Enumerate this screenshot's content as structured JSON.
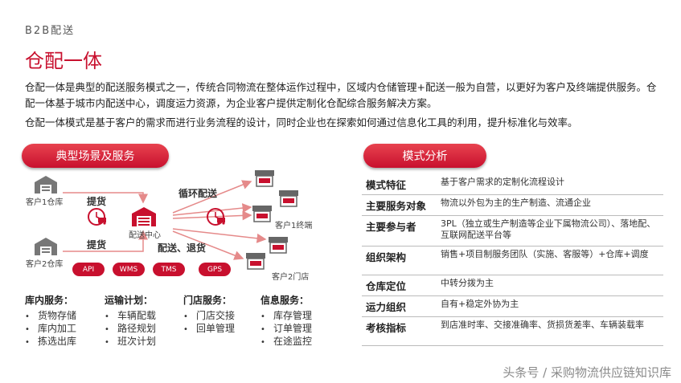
{
  "header": {
    "section_label": "B2B配送",
    "title": "仓配一体"
  },
  "intro": {
    "paragraph1": "仓配一体是典型的配送服务模式之一，传统合同物流在整体运作过程中，区域内仓储管理+配送一般为自营，以更好为客户及终端提供服务。仓配一体基于城市内配送中心，调度运力资源，为企业客户提供定制化仓配综合服务解决方案。",
    "paragraph2": "仓配一体模式是基于客户的需求而进行业务流程的设计，同时企业也在探索如何通过信息化工具的利用，提升标准化与效率。"
  },
  "left_panel": {
    "heading": "典型场景及服务",
    "diagram": {
      "customer1_warehouse": "客户1仓库",
      "customer2_warehouse": "客户2仓库",
      "pickup_label_1": "提货",
      "pickup_label_2": "提货",
      "distribution_center": "配送中心",
      "loop_delivery": "循环配送",
      "delivery_return": "配送、退货",
      "customer1_terminal": "客户1终端",
      "customer2_store": "客户2门店",
      "tech_tags": [
        "API",
        "WMS",
        "TMS",
        "GPS"
      ]
    },
    "services": [
      {
        "title": "库内服务：",
        "items": [
          "货物存储",
          "库内加工",
          "拣选出库"
        ]
      },
      {
        "title": "运输计划：",
        "items": [
          "车辆配载",
          "路径规划",
          "班次计划"
        ]
      },
      {
        "title": "门店服务：",
        "items": [
          "门店交接",
          "回单管理"
        ]
      },
      {
        "title": "信息服务：",
        "items": [
          "库存管理",
          "订单管理",
          "在途监控"
        ]
      }
    ]
  },
  "right_panel": {
    "heading": "模式分析",
    "rows": [
      {
        "key": "模式特征",
        "value": "基于客户需求的定制化流程设计"
      },
      {
        "key": "主要服务对象",
        "value": "物流以外包为主的生产制造、流通企业"
      },
      {
        "key": "主要参与者",
        "value": "3PL（独立或生产制造等企业下属物流公司）、落地配、互联网配送平台等"
      },
      {
        "key": "组织架构",
        "value": "销售+项目制服务团队（实施、客服等）+仓库+调度"
      },
      {
        "key": "仓库定位",
        "value": "中转分拨为主"
      },
      {
        "key": "运力组织",
        "value": "自有+稳定外协为主"
      },
      {
        "key": "考核指标",
        "value": "到店准时率、交接准确率、货损货差率、车辆装载率"
      }
    ]
  },
  "watermark": "头条号 / 采购物流供应链知识库",
  "colors": {
    "accent": "#c8102e",
    "icon_gray": "#777777"
  }
}
